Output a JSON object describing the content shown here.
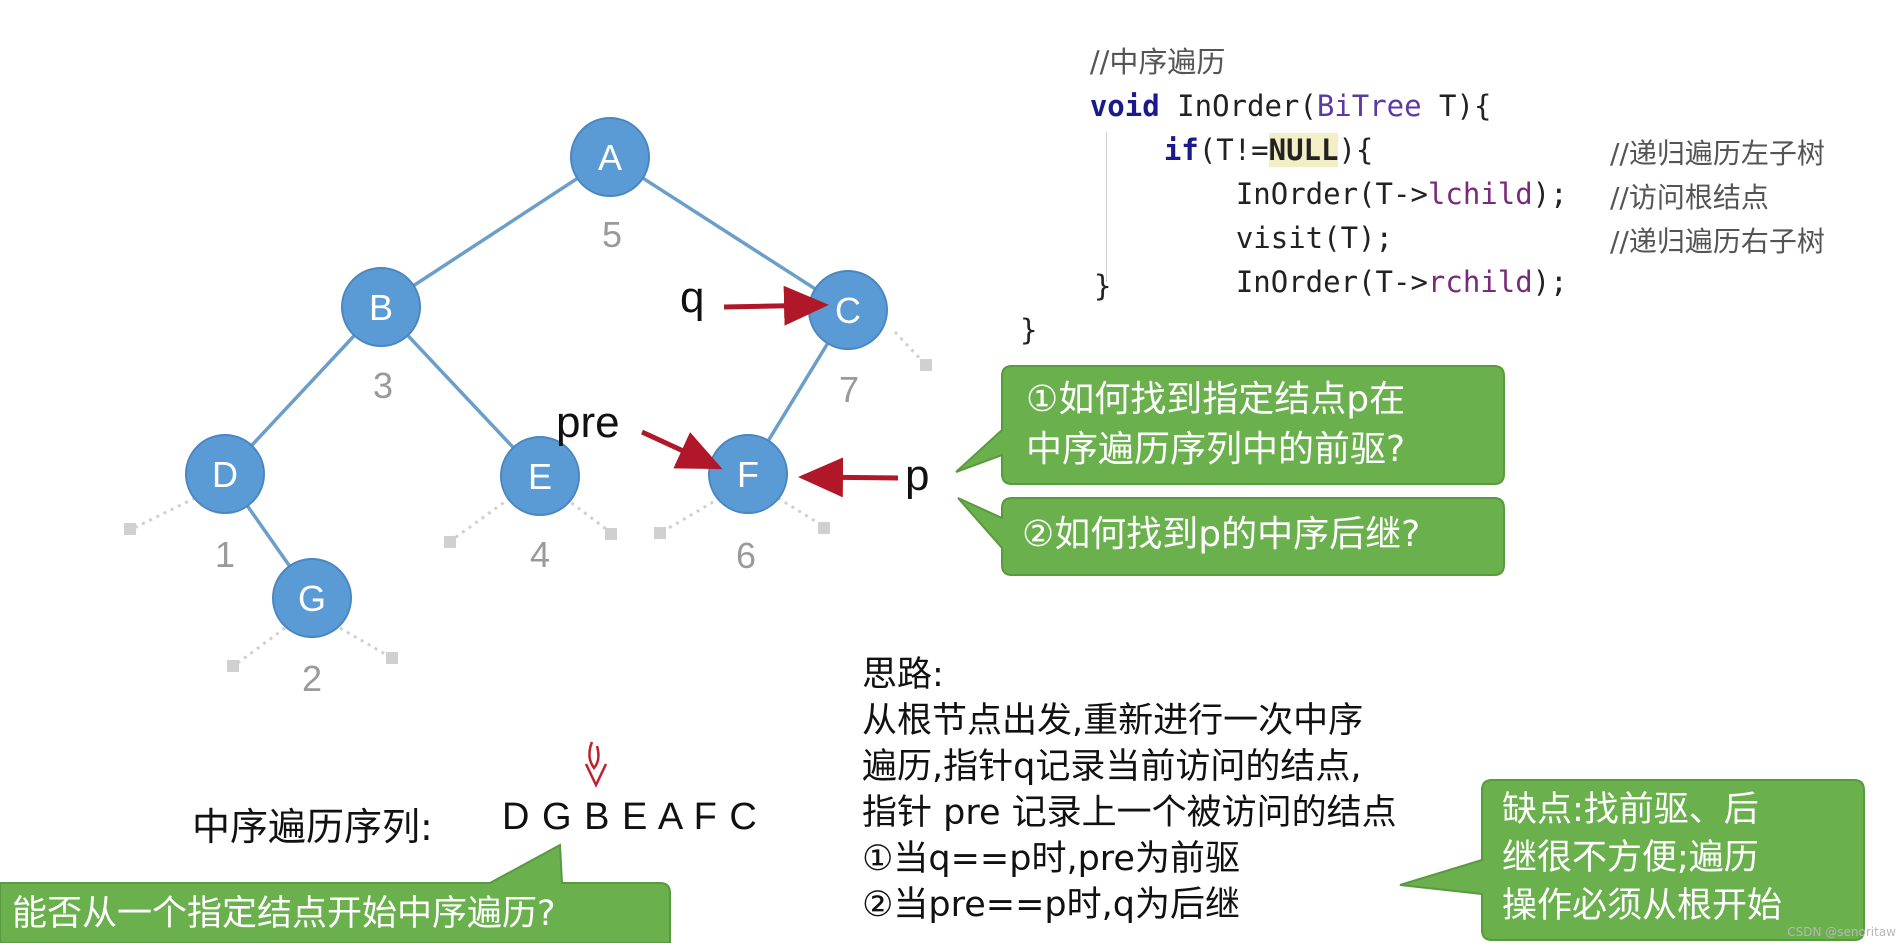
{
  "code": {
    "comment_title": "//中序遍历",
    "sig_void": "void",
    "sig_name": " InOrder(",
    "sig_type": "BiTree",
    "sig_rest": " T){",
    "if_kw": "if",
    "if_mid": "(T!=",
    "if_null": "NULL",
    "if_end": "){",
    "l1_a": "InOrder(T->",
    "l1_b": "lchild",
    "l1_c": ");",
    "l1_comment": "//递归遍历左子树",
    "l2_a": "visit(T);",
    "l2_comment": "//访问根结点",
    "l3_a": "InOrder(T->",
    "l3_b": "rchild",
    "l3_c": ");",
    "l3_comment": "//递归遍历右子树",
    "close_inner": "}",
    "close_outer": "}"
  },
  "tree": {
    "nodes": [
      {
        "id": "A",
        "label": "A",
        "order": "5"
      },
      {
        "id": "B",
        "label": "B",
        "order": "3"
      },
      {
        "id": "C",
        "label": "C",
        "order": "7"
      },
      {
        "id": "D",
        "label": "D",
        "order": "1"
      },
      {
        "id": "E",
        "label": "E",
        "order": "4"
      },
      {
        "id": "F",
        "label": "F",
        "order": "6"
      },
      {
        "id": "G",
        "label": "G",
        "order": "2"
      }
    ],
    "edges": [
      [
        "A",
        "B"
      ],
      [
        "A",
        "C"
      ],
      [
        "B",
        "D"
      ],
      [
        "B",
        "E"
      ],
      [
        "C",
        "F"
      ],
      [
        "D",
        "G"
      ]
    ],
    "pointers": {
      "q": "q",
      "pre": "pre",
      "p": "p"
    }
  },
  "bubbles": {
    "question1_line1": "①如何找到指定结点p在",
    "question1_line2": "中序遍历序列中的前驱?",
    "question2": "②如何找到p的中序后继?",
    "drawback_line1": "缺点:找前驱、后",
    "drawback_line2": "继很不方便;遍历",
    "drawback_line3": "操作必须从根开始",
    "start_question": "能否从一个指定结点开始中序遍历?"
  },
  "sequence": {
    "label": "中序遍历序列:",
    "letters": "D G B E A F C"
  },
  "idea": {
    "title": "思路:",
    "line1": "从根节点出发,重新进行一次中序",
    "line2": "遍历,指针q记录当前访问的结点,",
    "line3": "指针 pre 记录上一个被访问的结点",
    "line4": "①当q==p时,pre为前驱",
    "line5": "②当pre==p时,q为后继"
  },
  "watermark": "CSDN @senoritaw",
  "colors": {
    "node_fill": "#5b9bd5",
    "node_stroke": "#4a86c0",
    "edge": "#6b9ec8",
    "arrow": "#b0182a",
    "bubble": "#6ab04c",
    "null_leaf": "#d0d0d0"
  }
}
